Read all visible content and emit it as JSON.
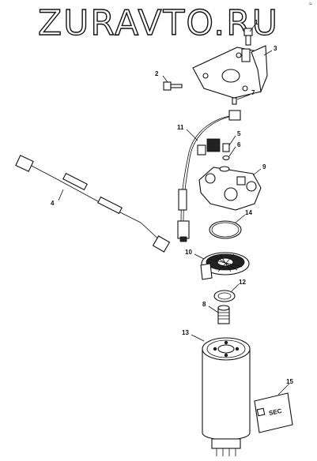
{
  "watermark": "ZURAVTO.RU",
  "corner_mark": "≈",
  "label_text": "SEC",
  "callouts": {
    "c1": "1",
    "c2": "2",
    "c3": "3",
    "c4": "4",
    "c5": "5",
    "c6": "6",
    "c7": "7",
    "c8": "8",
    "c9": "9",
    "c10": "10",
    "c11": "11",
    "c12": "12",
    "c13": "13",
    "c14": "14",
    "c15": "15"
  }
}
